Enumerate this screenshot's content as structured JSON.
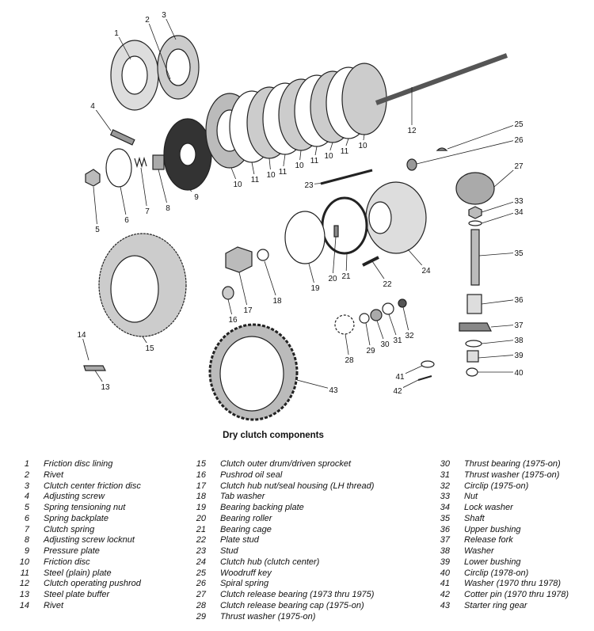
{
  "figure_title": "Dry clutch components",
  "callouts": [
    "1",
    "2",
    "3",
    "4",
    "5",
    "6",
    "7",
    "8",
    "9",
    "10",
    "11",
    "10",
    "11",
    "10",
    "11",
    "10",
    "11",
    "10",
    "12",
    "25",
    "26",
    "27",
    "23",
    "33",
    "34",
    "35",
    "24",
    "19",
    "20",
    "21",
    "22",
    "18",
    "17",
    "16",
    "15",
    "36",
    "37",
    "38",
    "39",
    "40",
    "28",
    "29",
    "30",
    "31",
    "32",
    "14",
    "13",
    "41",
    "42",
    "43"
  ],
  "parts": {
    "col1": [
      {
        "num": "1",
        "name": "Friction disc lining"
      },
      {
        "num": "2",
        "name": "Rivet"
      },
      {
        "num": "3",
        "name": "Clutch center friction disc"
      },
      {
        "num": "4",
        "name": "Adjusting screw"
      },
      {
        "num": "5",
        "name": "Spring tensioning nut"
      },
      {
        "num": "6",
        "name": "Spring backplate"
      },
      {
        "num": "7",
        "name": "Clutch spring"
      },
      {
        "num": "8",
        "name": "Adjusting screw locknut"
      },
      {
        "num": "9",
        "name": "Pressure plate"
      },
      {
        "num": "10",
        "name": "Friction disc"
      },
      {
        "num": "11",
        "name": "Steel (plain) plate"
      },
      {
        "num": "12",
        "name": "Clutch operating pushrod"
      },
      {
        "num": "13",
        "name": "Steel plate buffer"
      },
      {
        "num": "14",
        "name": "Rivet"
      }
    ],
    "col2": [
      {
        "num": "15",
        "name": "Clutch outer drum/driven sprocket"
      },
      {
        "num": "16",
        "name": "Pushrod oil seal"
      },
      {
        "num": "17",
        "name": "Clutch hub nut/seal housing (LH thread)"
      },
      {
        "num": "18",
        "name": "Tab washer"
      },
      {
        "num": "19",
        "name": "Bearing backing plate"
      },
      {
        "num": "20",
        "name": "Bearing roller"
      },
      {
        "num": "21",
        "name": "Bearing cage"
      },
      {
        "num": "22",
        "name": "Plate stud"
      },
      {
        "num": "23",
        "name": "Stud"
      },
      {
        "num": "24",
        "name": "Clutch hub (clutch center)"
      },
      {
        "num": "25",
        "name": "Woodruff key"
      },
      {
        "num": "26",
        "name": "Spiral spring"
      },
      {
        "num": "27",
        "name": "Clutch release bearing (1973 thru 1975)"
      },
      {
        "num": "28",
        "name": "Clutch release bearing cap (1975-on)"
      },
      {
        "num": "29",
        "name": "Thrust washer (1975-on)"
      }
    ],
    "col3": [
      {
        "num": "30",
        "name": "Thrust bearing (1975-on)"
      },
      {
        "num": "31",
        "name": "Thrust washer (1975-on)"
      },
      {
        "num": "32",
        "name": "Circlip (1975-on)"
      },
      {
        "num": "33",
        "name": "Nut"
      },
      {
        "num": "34",
        "name": "Lock washer"
      },
      {
        "num": "35",
        "name": "Shaft"
      },
      {
        "num": "36",
        "name": "Upper bushing"
      },
      {
        "num": "37",
        "name": "Release fork"
      },
      {
        "num": "38",
        "name": "Washer"
      },
      {
        "num": "39",
        "name": "Lower bushing"
      },
      {
        "num": "40",
        "name": "Circlip (1978-on)"
      },
      {
        "num": "41",
        "name": "Washer (1970 thru 1978)"
      },
      {
        "num": "42",
        "name": "Cotter pin (1970 thru 1978)"
      },
      {
        "num": "43",
        "name": "Starter ring gear"
      }
    ]
  }
}
